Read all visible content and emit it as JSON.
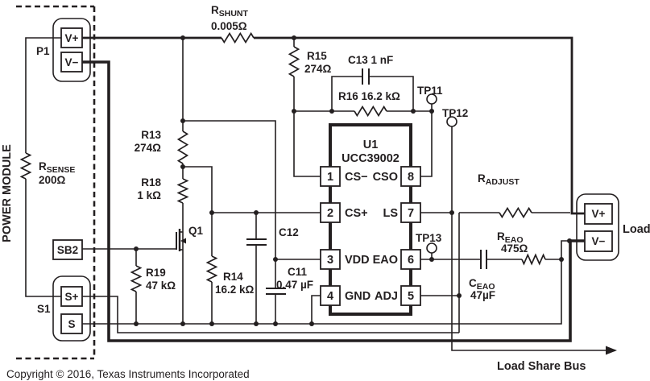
{
  "power_module": {
    "label": "POWER MODULE",
    "p1": "P1",
    "s1": "S1",
    "sb2": "SB2",
    "v_plus": "V+",
    "v_minus": "V−",
    "s_plus": "S+",
    "s": "S"
  },
  "components": {
    "rsense": {
      "ref": "R",
      "sub": "SENSE",
      "value": "200Ω"
    },
    "rshunt": {
      "ref": "R",
      "sub": "SHUNT",
      "value": "0.005Ω"
    },
    "r13": {
      "ref": "R13",
      "value": "274Ω"
    },
    "r15": {
      "ref": "R15",
      "value": "274Ω"
    },
    "r16": {
      "ref": "R16 16.2 kΩ"
    },
    "c13": {
      "ref": "C13 1 nF"
    },
    "r18": {
      "ref": "R18",
      "value": "1 kΩ"
    },
    "r19": {
      "ref": "R19",
      "value": "47 kΩ"
    },
    "r14": {
      "ref": "R14",
      "value": "16.2 kΩ"
    },
    "c12": {
      "ref": "C12"
    },
    "c11": {
      "ref": "C11",
      "value": "0.47 µF"
    },
    "q1": {
      "ref": "Q1"
    },
    "radjust": {
      "ref": "R",
      "sub": "ADJUST"
    },
    "reao": {
      "ref": "R",
      "sub": "EAO",
      "value": "475Ω"
    },
    "ceao": {
      "ref": "C",
      "sub": "EAO",
      "value": "47µF"
    }
  },
  "ic": {
    "ref": "U1",
    "part": "UCC39002",
    "pins": [
      {
        "num": "1",
        "name": "CS−"
      },
      {
        "num": "2",
        "name": "CS+"
      },
      {
        "num": "3",
        "name": "VDD"
      },
      {
        "num": "4",
        "name": "GND"
      },
      {
        "num": "5",
        "name": "ADJ"
      },
      {
        "num": "6",
        "name": "EAO"
      },
      {
        "num": "7",
        "name": "LS"
      },
      {
        "num": "8",
        "name": "CSO"
      }
    ]
  },
  "test_points": {
    "tp11": "TP11",
    "tp12": "TP12",
    "tp13": "TP13"
  },
  "load": {
    "label": "Load",
    "v_plus": "V+",
    "v_minus": "V−"
  },
  "bus_label": "Load Share Bus",
  "copyright": "Copyright © 2016, Texas Instruments Incorporated"
}
